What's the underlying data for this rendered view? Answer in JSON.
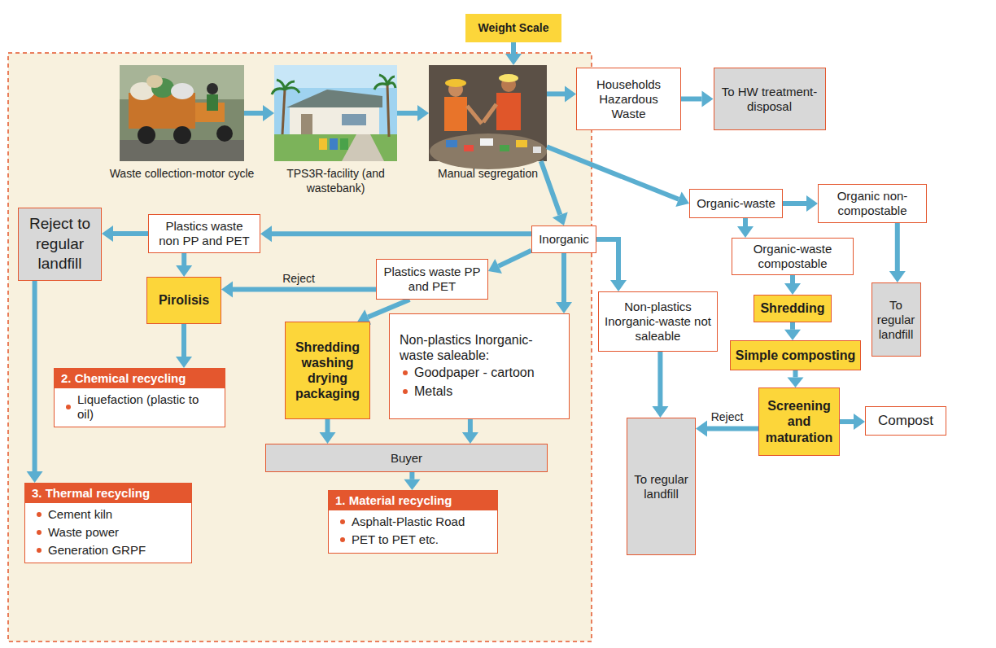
{
  "diagram": {
    "nodes": [
      {
        "text": [
          "Weight Scale"
        ]
      },
      {
        "text": [
          "Waste collection-motor cycle"
        ]
      },
      {
        "text": [
          "TPS3R-facility (and wastebank)"
        ]
      },
      {
        "text": [
          "Manual segregation"
        ]
      },
      {
        "text": [
          "Households Hazardous Waste"
        ]
      },
      {
        "text": [
          "To HW treatment-disposal"
        ]
      },
      {
        "text": [
          "Reject to regular landfill"
        ]
      },
      {
        "text": [
          "Plastics waste non PP and PET"
        ]
      },
      {
        "text": [
          "Inorganic"
        ]
      },
      {
        "text": [
          "Organic-waste"
        ]
      },
      {
        "text": [
          "Organic non-compostable"
        ]
      },
      {
        "text": [
          "Plastics waste PP and PET"
        ]
      },
      {
        "text": [
          "Organic-waste compostable"
        ]
      },
      {
        "text": [
          "To regular landfill"
        ]
      },
      {
        "text": [
          "Pirolisis"
        ]
      },
      {
        "text": [
          "Non-plastics Inorganic-waste not saleable"
        ]
      },
      {
        "text": [
          "Shredding"
        ]
      },
      {
        "text": [
          "Shredding washing drying packaging"
        ]
      },
      {
        "text": [
          "Non-plastics Inorganic-waste saleable:",
          "Goodpaper - cartoon",
          "Metals"
        ]
      },
      {
        "text": [
          "Simple composting"
        ]
      },
      {
        "text": [
          "2. Chemical recycling",
          "Liquefaction (plastic to oil)"
        ]
      },
      {
        "text": [
          "Screening and maturation"
        ]
      },
      {
        "text": [
          "Compost"
        ]
      },
      {
        "text": [
          "To regular landfill"
        ]
      },
      {
        "text": [
          "Buyer"
        ]
      },
      {
        "text": [
          "3. Thermal recycling",
          "Cement kiln",
          "Waste power",
          "Generation GRPF"
        ]
      },
      {
        "text": [
          "1. Material recycling",
          "Asphalt-Plastic Road",
          "PET to PET etc."
        ]
      }
    ],
    "edges": [
      {
        "from": 0,
        "to": 3,
        "arrow": "to"
      },
      {
        "from": 1,
        "to": 2,
        "arrow": "to"
      },
      {
        "from": 2,
        "to": 3,
        "arrow": "to"
      },
      {
        "from": 3,
        "to": 4,
        "arrow": "to"
      },
      {
        "from": 4,
        "to": 5,
        "arrow": "to"
      },
      {
        "from": 3,
        "to": 9,
        "arrow": "to"
      },
      {
        "from": 3,
        "to": 8,
        "arrow": "to"
      },
      {
        "from": 9,
        "to": 10,
        "arrow": "to"
      },
      {
        "from": 10,
        "to": 13,
        "arrow": "to"
      },
      {
        "from": 9,
        "to": 12,
        "arrow": "to"
      },
      {
        "from": 12,
        "to": 16,
        "arrow": "to"
      },
      {
        "from": 16,
        "to": 19,
        "arrow": "to"
      },
      {
        "from": 19,
        "to": 21,
        "arrow": "to"
      },
      {
        "from": 21,
        "to": 22,
        "arrow": "to"
      },
      {
        "from": 21,
        "to": 23,
        "label": "Reject",
        "arrow": "to"
      },
      {
        "from": 8,
        "to": 15,
        "arrow": "to"
      },
      {
        "from": 15,
        "to": 23,
        "arrow": "to"
      },
      {
        "from": 8,
        "to": 7,
        "arrow": "to"
      },
      {
        "from": 8,
        "to": 11,
        "arrow": "to"
      },
      {
        "from": 8,
        "to": 18,
        "arrow": "to"
      },
      {
        "from": 7,
        "to": 6,
        "arrow": "to"
      },
      {
        "from": 7,
        "to": 14,
        "arrow": "to"
      },
      {
        "from": 11,
        "to": 14,
        "label": "Reject",
        "arrow": "to"
      },
      {
        "from": 11,
        "to": 17,
        "arrow": "to"
      },
      {
        "from": 14,
        "to": 20,
        "arrow": "to"
      },
      {
        "from": 6,
        "to": 25,
        "arrow": "to"
      },
      {
        "from": 17,
        "to": 24,
        "arrow": "to"
      },
      {
        "from": 18,
        "to": 24,
        "arrow": "to"
      },
      {
        "from": 24,
        "to": 26,
        "arrow": "to"
      }
    ]
  }
}
